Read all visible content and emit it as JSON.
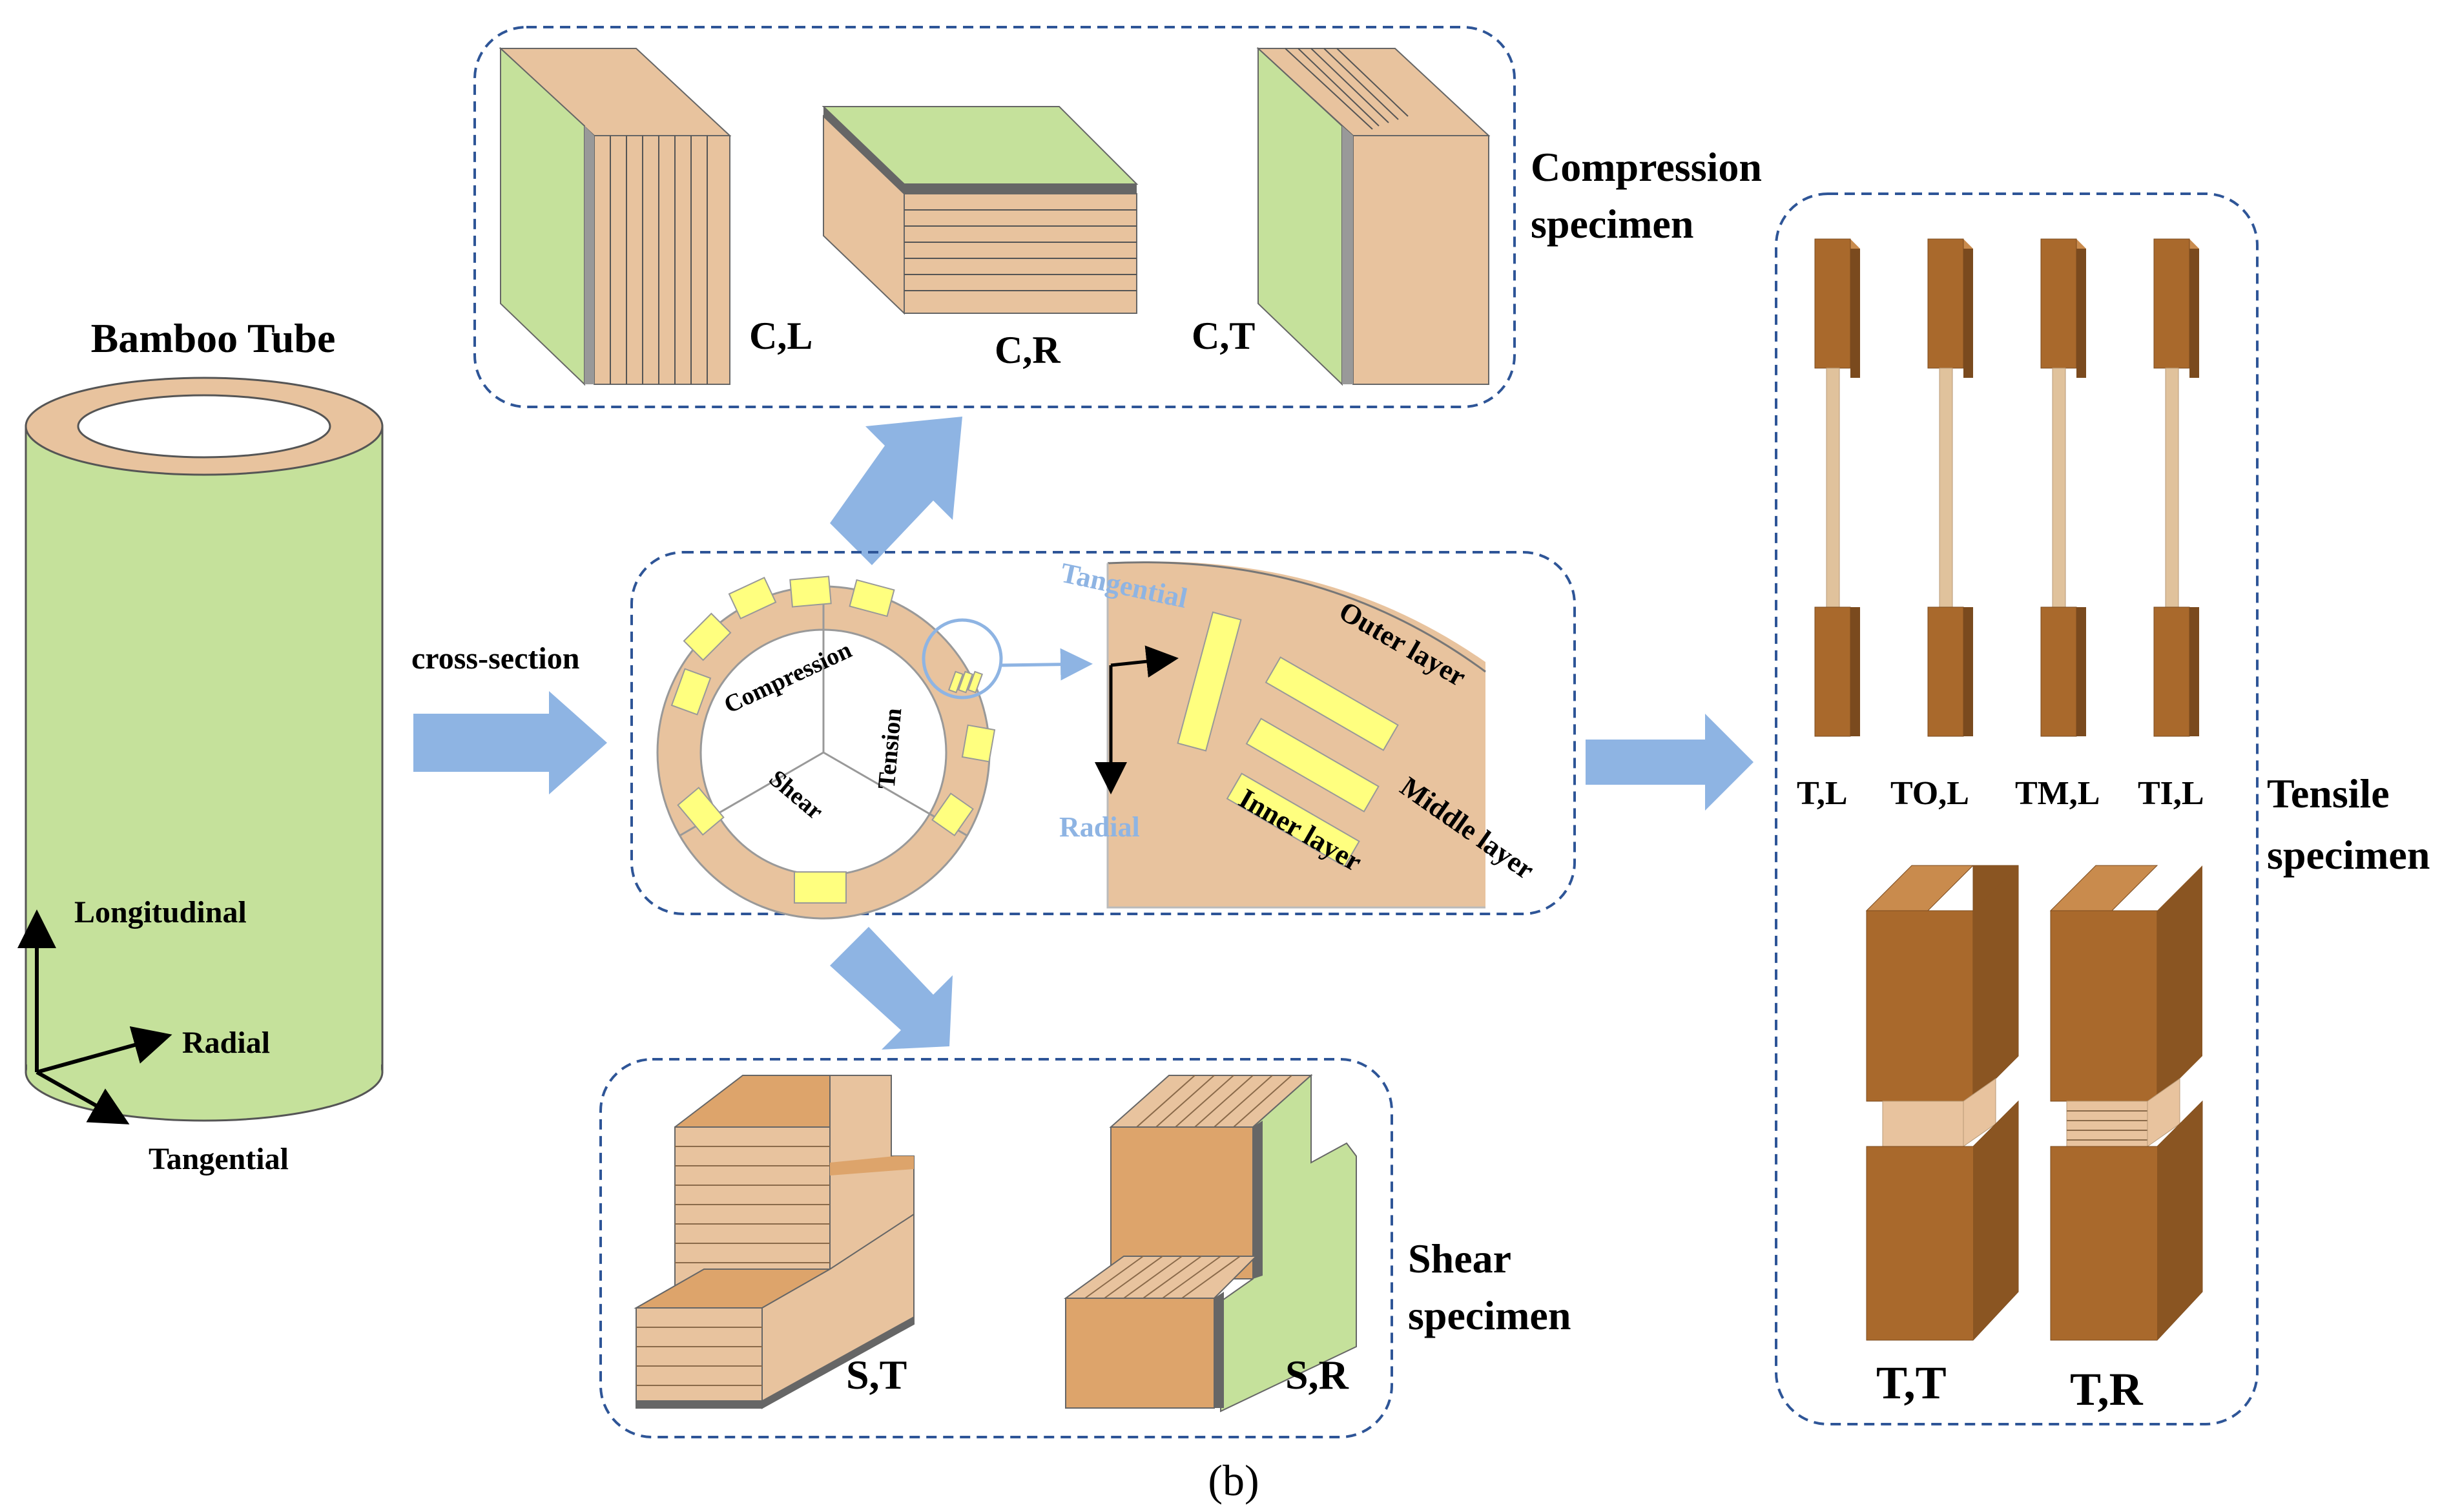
{
  "tube": {
    "title": "Bamboo Tube",
    "axis_longitudinal": "Longitudinal",
    "axis_radial": "Radial",
    "axis_tangential": "Tangential"
  },
  "arrows": {
    "cross_section": "cross-section"
  },
  "compression": {
    "title_line1": "Compression",
    "title_line2": "specimen",
    "labels": [
      "C,L",
      "C,R",
      "C,T"
    ]
  },
  "cross": {
    "ring_compression": "Compression",
    "ring_tension": "Tension",
    "ring_shear": "Shear",
    "zoom_tangential": "Tangential",
    "zoom_radial": "Radial",
    "outer_layer": "Outer layer",
    "middle_layer": "Middle layer",
    "inner_layer": "Inner layer"
  },
  "shear": {
    "title_line1": "Shear",
    "title_line2": "specimen",
    "labels": [
      "S,T",
      "S,R"
    ]
  },
  "tensile": {
    "title_line1": "Tensile",
    "title_line2": "specimen",
    "labels_top": [
      "T,L",
      "TO,L",
      "TM,L",
      "TI,L"
    ],
    "labels_bottom": [
      "T,T",
      "T,R"
    ]
  },
  "caption": "(b)",
  "colors": {
    "green": "#c5e19b",
    "tan": "#e8c39e",
    "orange": "#dda46b",
    "brown": "#a9692c",
    "blue_arrow": "#8eb4e3",
    "yellow": "#ffff7f",
    "dashed_border": "#2e5597"
  }
}
